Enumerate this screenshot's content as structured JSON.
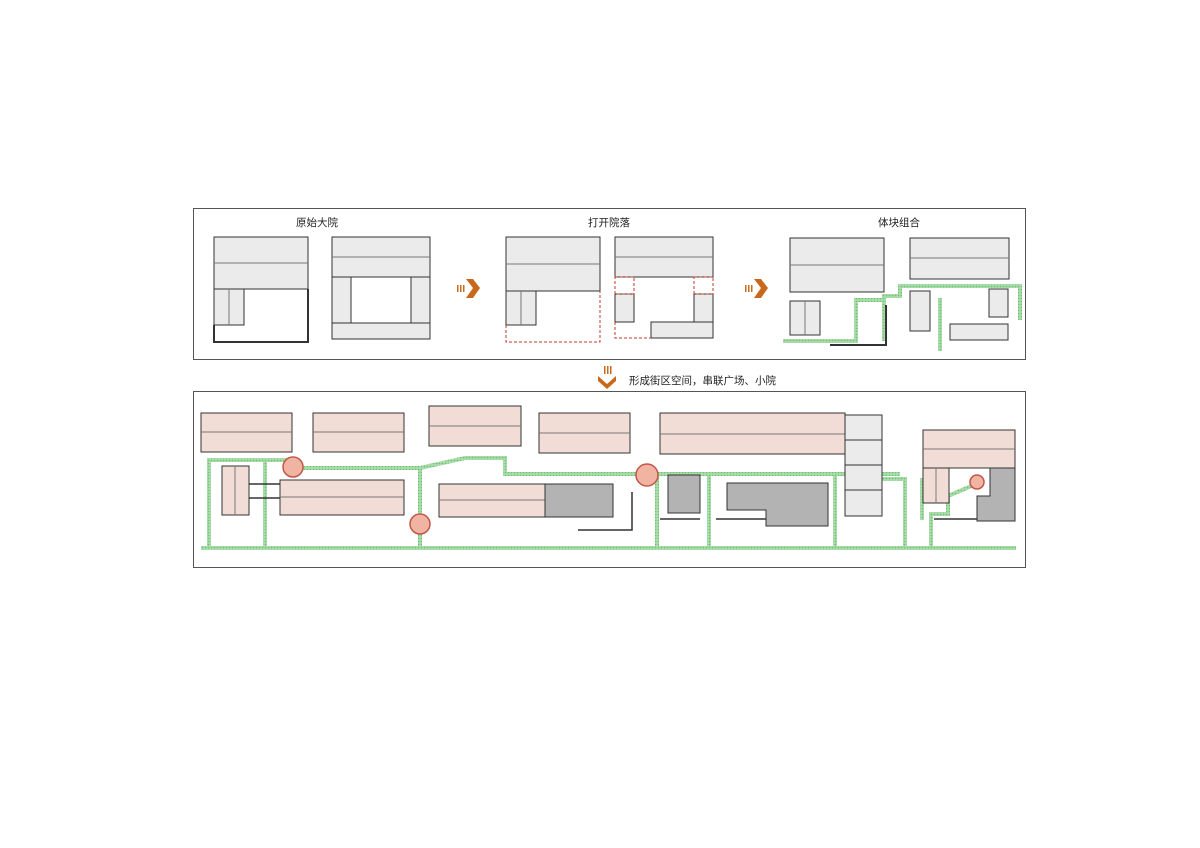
{
  "stages": [
    {
      "id": "original",
      "title": "原始大院"
    },
    {
      "id": "open",
      "title": "打开院落"
    },
    {
      "id": "combine",
      "title": "体块组合"
    }
  ],
  "caption": "形成街区空间，串联广场、小院",
  "colors": {
    "building_fill": "#ebebeb",
    "building_stroke": "#333333",
    "pink_fill": "#f1ddd6",
    "dark_fill": "#b3b3b3",
    "path_green": "#8fd392",
    "arrow_orange": "#c8681b",
    "dashed_red": "#c0392b",
    "plaza_fill": "#f2b4a2",
    "plaza_stroke": "#c0574a"
  },
  "icons": [
    "arrow-right-icon",
    "arrow-down-icon",
    "plaza-node-icon"
  ]
}
